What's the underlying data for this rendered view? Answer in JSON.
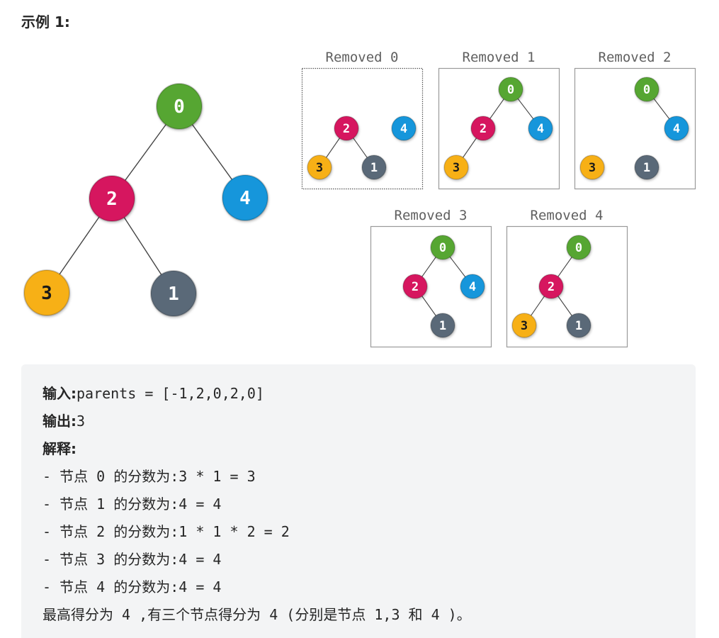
{
  "heading": "示例 1:",
  "colors": {
    "node0": "#56a631",
    "node1": "#5a6978",
    "node2": "#d6155e",
    "node3": "#f7b019",
    "node4": "#1296db",
    "edge": "#444444",
    "panel_border": "#9a9a9a",
    "caption": "#606060"
  },
  "main_tree": {
    "nodes": [
      {
        "id": 0,
        "label": "0",
        "color": "node0"
      },
      {
        "id": 1,
        "label": "1",
        "color": "node1"
      },
      {
        "id": 2,
        "label": "2",
        "color": "node2"
      },
      {
        "id": 3,
        "label": "3",
        "color": "node3"
      },
      {
        "id": 4,
        "label": "4",
        "color": "node4"
      }
    ],
    "edges": [
      [
        0,
        2
      ],
      [
        0,
        4
      ],
      [
        2,
        3
      ],
      [
        2,
        1
      ]
    ]
  },
  "panels": [
    {
      "caption": "Removed 0",
      "removed": 0,
      "nodes": [
        "2",
        "4",
        "3",
        "1"
      ]
    },
    {
      "caption": "Removed 1",
      "removed": 1,
      "nodes": [
        "0",
        "2",
        "4",
        "3"
      ]
    },
    {
      "caption": "Removed 2",
      "removed": 2,
      "nodes": [
        "0",
        "4",
        "3",
        "1"
      ]
    },
    {
      "caption": "Removed 3",
      "removed": 3,
      "nodes": [
        "0",
        "2",
        "4",
        "1"
      ]
    },
    {
      "caption": "Removed 4",
      "removed": 4,
      "nodes": [
        "0",
        "2",
        "3",
        "1"
      ]
    }
  ],
  "example": {
    "input_label": "输入:",
    "input_value": "parents = [-1,2,0,2,0]",
    "output_label": "输出:",
    "output_value": "3",
    "explanation_label": "解释:",
    "lines": [
      "- 节点 0 的分数为:3 * 1 = 3",
      "- 节点 1 的分数为:4 = 4",
      "- 节点 2 的分数为:1 * 1 * 2 = 2",
      "- 节点 3 的分数为:4 = 4",
      "- 节点 4 的分数为:4 = 4",
      "最高得分为 4 ,有三个节点得分为 4 (分别是节点 1,3 和 4 )。"
    ]
  }
}
